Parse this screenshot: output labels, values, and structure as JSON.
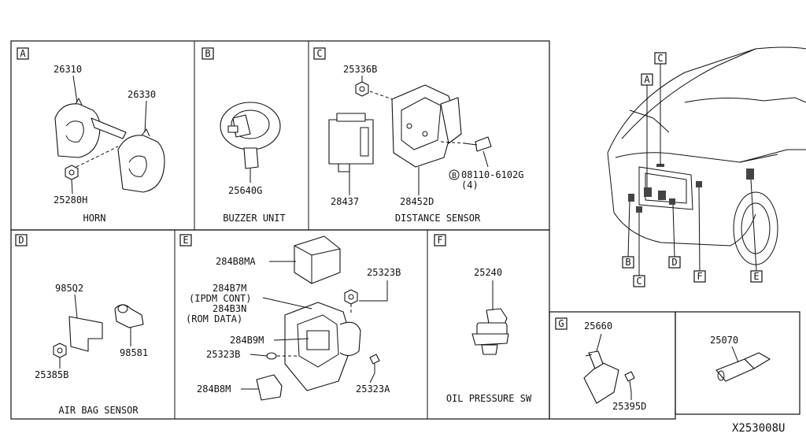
{
  "panels": {
    "A": {
      "letter": "A",
      "title": "HORN",
      "parts": [
        "26310",
        "26330",
        "25280H"
      ]
    },
    "B": {
      "letter": "B",
      "title": "BUZZER UNIT",
      "parts": [
        "25640G"
      ]
    },
    "C": {
      "letter": "C",
      "title": "DISTANCE SENSOR",
      "parts": [
        "25336B",
        "28437",
        "28452D"
      ],
      "bolt_label": "08110-6102G",
      "bolt_qty": "(4)",
      "bolt_circle": "B"
    },
    "D": {
      "letter": "D",
      "title": "AIR BAG SENSOR",
      "parts": [
        "985Q2",
        "98581",
        "25385B"
      ]
    },
    "E": {
      "letter": "E",
      "parts": [
        "284B8MA",
        "284B7M",
        "(IPDM CONT)",
        "284B3N",
        "(ROM DATA)",
        "25323B",
        "284B9M",
        "25323B",
        "25323A",
        "284B8M"
      ]
    },
    "F": {
      "letter": "F",
      "title": "OIL PRESSURE SW",
      "parts": [
        "25240"
      ]
    },
    "G": {
      "letter": "G",
      "parts": [
        "25660",
        "25395D"
      ]
    },
    "H": {
      "parts": [
        "25070"
      ]
    }
  },
  "vehicle_callouts": [
    "C",
    "A",
    "B",
    "C",
    "D",
    "F",
    "E"
  ],
  "diagram_code": "X253008U"
}
